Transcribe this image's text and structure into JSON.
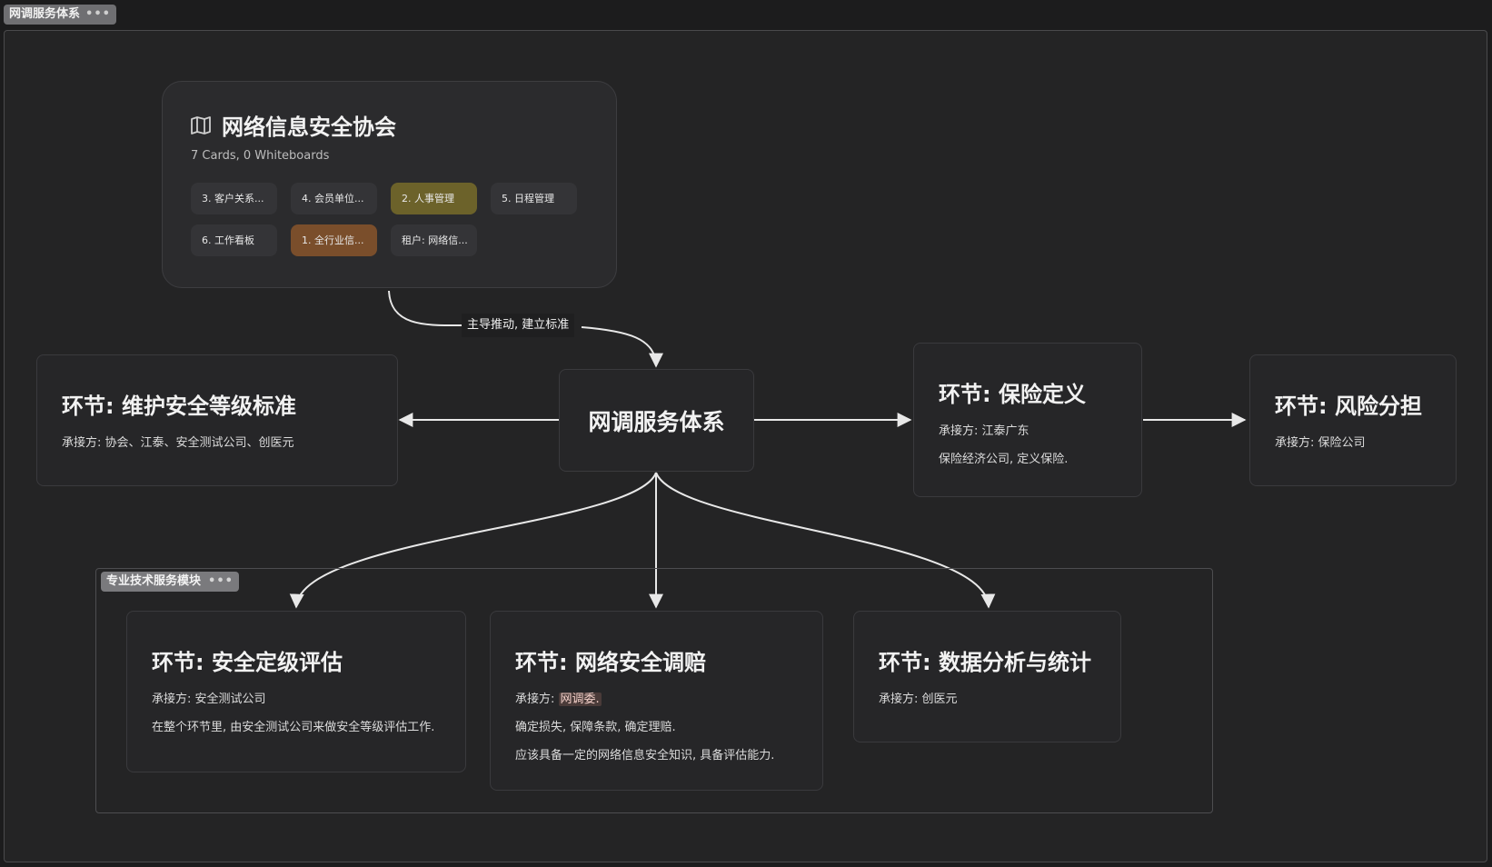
{
  "frame": {
    "label": "网调服务体系"
  },
  "group": {
    "label": "专业技术服务模块"
  },
  "board": {
    "title": "网络信息安全协会",
    "subtitle": "7 Cards, 0 Whiteboards",
    "chips": [
      {
        "label": "3. 客户关系...",
        "color": "default"
      },
      {
        "label": "4. 会员单位...",
        "color": "default"
      },
      {
        "label": "2. 人事管理",
        "color": "olive"
      },
      {
        "label": "5. 日程管理",
        "color": "default"
      },
      {
        "label": "6. 工作看板",
        "color": "default"
      },
      {
        "label": "1. 全行业信...",
        "color": "brown"
      },
      {
        "label": "租户: 网络信...",
        "color": "default"
      }
    ]
  },
  "edge_label": "主导推动, 建立标准",
  "center": {
    "title": "网调服务体系"
  },
  "cards": {
    "maintain": {
      "title": "环节: 维护安全等级标准",
      "lines": [
        "承接方: 协会、江泰、安全测试公司、创医元"
      ]
    },
    "insurance": {
      "title": "环节: 保险定义",
      "lines": [
        "承接方: 江泰广东",
        "保险经济公司, 定义保险."
      ]
    },
    "risk": {
      "title": "环节: 风险分担",
      "lines": [
        "承接方: 保险公司"
      ]
    },
    "grading": {
      "title": "环节: 安全定级评估",
      "lines": [
        "承接方: 安全测试公司",
        "在整个环节里, 由安全测试公司来做安全等级评估工作."
      ]
    },
    "claims": {
      "title": "环节: 网络安全调赔",
      "line1_prefix": "承接方: ",
      "line1_highlight": "网调委.",
      "lines": [
        "确定损失, 保障条款, 确定理赔.",
        "应该具备一定的网络信息安全知识, 具备评估能力."
      ]
    },
    "data": {
      "title": "环节: 数据分析与统计",
      "lines": [
        "承接方: 创医元"
      ]
    }
  },
  "icons": {
    "board": "book-open-icon",
    "more": "more-dots-icon"
  },
  "colors": {
    "background": "#1c1c1d",
    "card": "#262628",
    "chip_olive": "#6c622a",
    "chip_brown": "#7a4e2b",
    "wire": "#e8e8e8"
  }
}
